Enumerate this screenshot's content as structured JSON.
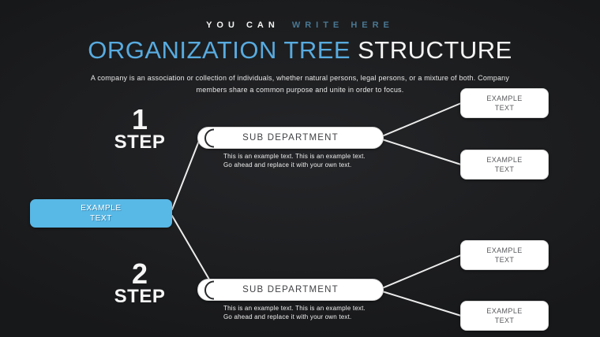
{
  "kicker": {
    "white": "YOU CAN",
    "blue": "WRITE HERE"
  },
  "title": {
    "highlight": "ORGANIZATION TREE",
    "rest": "STRUCTURE"
  },
  "subtitle": {
    "line1": "A company is an association or collection of individuals, whether natural persons, legal persons, or a mixture of both. Company",
    "line2": "members share a common purpose and unite in order to focus."
  },
  "root": {
    "line1": "EXAMPLE",
    "line2": "TEXT"
  },
  "steps": [
    {
      "number": "1",
      "label": "STEP"
    },
    {
      "number": "2",
      "label": "STEP"
    }
  ],
  "branches": [
    {
      "pill_label": "SUB DEPARTMENT",
      "desc_line1": "This is an example text. This is an example text.",
      "desc_line2": "Go ahead and replace it with your own text."
    },
    {
      "pill_label": "SUB DEPARTMENT",
      "desc_line1": "This is an example text. This is an example text.",
      "desc_line2": "Go ahead and replace it with your own text."
    }
  ],
  "leaves": [
    {
      "line1": "EXAMPLE",
      "line2": "TEXT"
    },
    {
      "line1": "EXAMPLE",
      "line2": "TEXT"
    },
    {
      "line1": "EXAMPLE",
      "line2": "TEXT"
    },
    {
      "line1": "EXAMPLE",
      "line2": "TEXT"
    }
  ],
  "colors": {
    "background": "#1c1d1f",
    "accent_blue": "#58b8e6",
    "title_blue": "#58abdf",
    "kicker_blue": "#4a7893",
    "connector": "#ececec",
    "pill_text": "#404144",
    "leaf_text": "#58595c"
  }
}
